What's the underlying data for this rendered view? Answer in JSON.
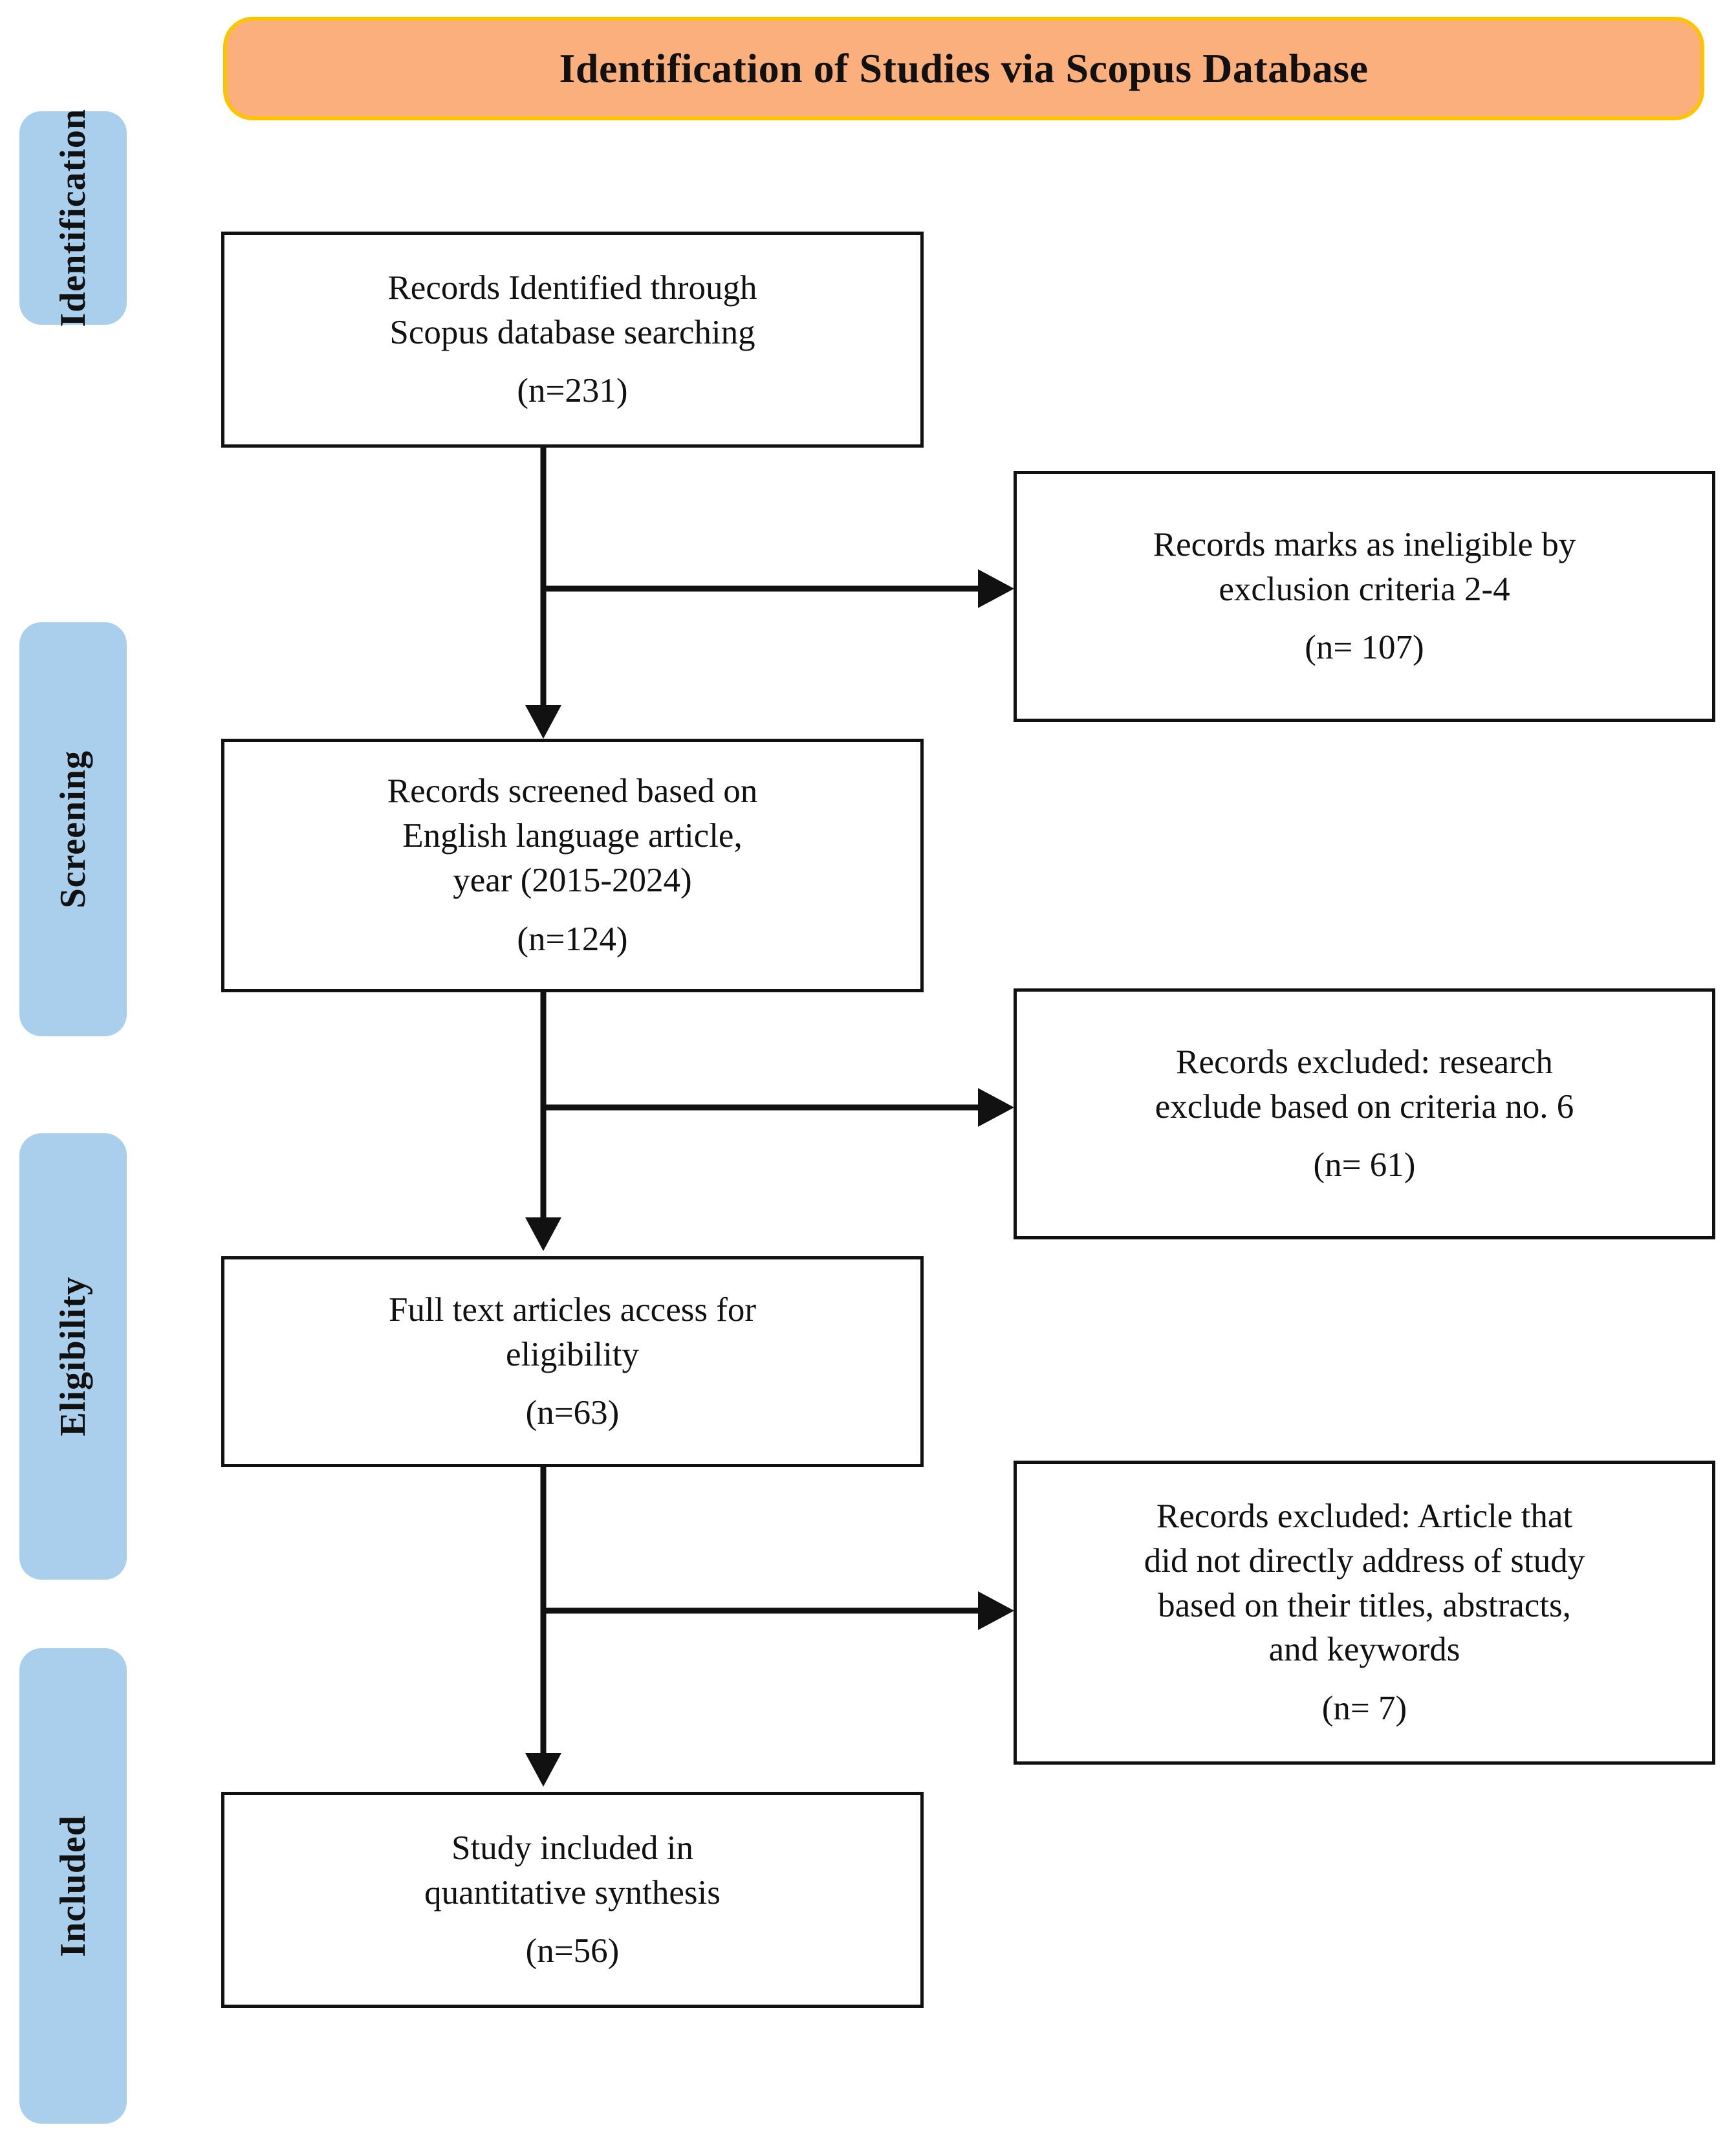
{
  "header": {
    "title": "Identification of Studies via Scopus Database",
    "background_color": "#FBAF7C",
    "border_color": "#FFC300"
  },
  "stages": {
    "accent_color": "#A9CFEC",
    "items": [
      {
        "label": "Identification"
      },
      {
        "label": "Screening"
      },
      {
        "label": "Eligibility"
      },
      {
        "label": "Included"
      }
    ]
  },
  "flow": {
    "main_boxes": [
      {
        "id": "records-identified",
        "lines": [
          "Records Identified through",
          "Scopus database searching"
        ],
        "count": "(n=231)"
      },
      {
        "id": "records-screened",
        "lines": [
          "Records screened based on",
          "English language article,",
          "year (2015-2024)"
        ],
        "count": "(n=124)"
      },
      {
        "id": "full-text-eligibility",
        "lines": [
          "Full text articles access for",
          "eligibility"
        ],
        "count": "(n=63)"
      },
      {
        "id": "study-included",
        "lines": [
          "Study included in",
          "quantitative synthesis"
        ],
        "count": "(n=56)"
      }
    ],
    "exclusion_boxes": [
      {
        "id": "excluded-ineligible",
        "lines": [
          "Records marks as ineligible by",
          "exclusion criteria 2-4"
        ],
        "count": "(n= 107)"
      },
      {
        "id": "excluded-criteria-6",
        "lines": [
          "Records excluded: research",
          "exclude based on criteria no. 6"
        ],
        "count": "(n= 61)"
      },
      {
        "id": "excluded-titles-abstracts",
        "lines": [
          "Records excluded: Article that",
          "did not directly address of study",
          "based on their titles, abstracts,",
          "and keywords"
        ],
        "count": "(n= 7)"
      }
    ]
  },
  "chart_data": {
    "type": "diagram",
    "title": "Identification of Studies via Scopus Database",
    "diagram_kind": "PRISMA flow diagram",
    "stages": [
      "Identification",
      "Screening",
      "Eligibility",
      "Included"
    ],
    "nodes": [
      {
        "stage": "Identification",
        "label": "Records Identified through Scopus database searching",
        "n": 231
      },
      {
        "stage": "Identification",
        "label": "Records marks as ineligible by exclusion criteria 2-4",
        "n": 107,
        "kind": "excluded"
      },
      {
        "stage": "Screening",
        "label": "Records screened based on English language article, year (2015-2024)",
        "n": 124
      },
      {
        "stage": "Screening",
        "label": "Records excluded: research exclude based on criteria no. 6",
        "n": 61,
        "kind": "excluded"
      },
      {
        "stage": "Eligibility",
        "label": "Full text articles access for eligibility",
        "n": 63
      },
      {
        "stage": "Eligibility",
        "label": "Records excluded: Article that did not directly address of study based on their titles, abstracts, and keywords",
        "n": 7,
        "kind": "excluded"
      },
      {
        "stage": "Included",
        "label": "Study included in quantitative synthesis",
        "n": 56
      }
    ],
    "edges": [
      {
        "from": "Records Identified through Scopus database searching",
        "to": "Records marks as ineligible by exclusion criteria 2-4"
      },
      {
        "from": "Records Identified through Scopus database searching",
        "to": "Records screened based on English language article, year (2015-2024)"
      },
      {
        "from": "Records screened based on English language article, year (2015-2024)",
        "to": "Records excluded: research exclude based on criteria no. 6"
      },
      {
        "from": "Records screened based on English language article, year (2015-2024)",
        "to": "Full text articles access for eligibility"
      },
      {
        "from": "Full text articles access for eligibility",
        "to": "Records excluded: Article that did not directly address of study based on their titles, abstracts, and keywords"
      },
      {
        "from": "Full text articles access for eligibility",
        "to": "Study included in quantitative synthesis"
      }
    ]
  }
}
